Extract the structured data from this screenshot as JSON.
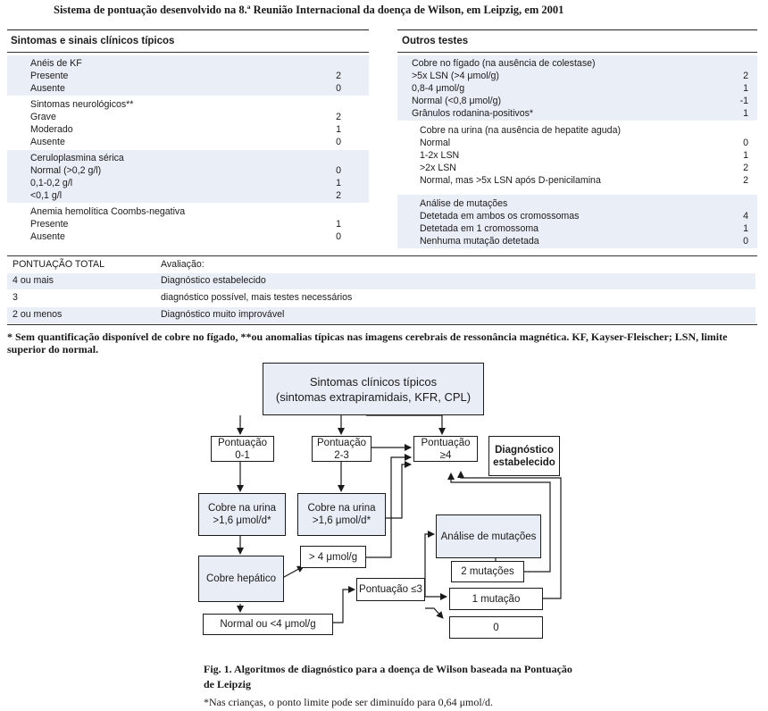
{
  "title": "Sistema de pontuação desenvolvido na 8.ª Reunião Internacional da doença de Wilson, em Leipzig, em 2001",
  "left_table": {
    "header": "Sintomas e sinais clínicos típicos",
    "groups": [
      {
        "label": "Anéis de KF",
        "rows": [
          {
            "label": "Presente",
            "value": "2"
          },
          {
            "label": "Ausente",
            "value": "0"
          }
        ]
      },
      {
        "label": "Sintomas neurológicos**",
        "rows": [
          {
            "label": "Grave",
            "value": "2"
          },
          {
            "label": "Moderado",
            "value": "1"
          },
          {
            "label": "Ausente",
            "value": "0"
          }
        ]
      },
      {
        "label": "Ceruloplasmina sérica",
        "rows": [
          {
            "label": "Normal (>0,2 g/l)",
            "value": "0"
          },
          {
            "label": "0,1-0,2 g/l",
            "value": "1"
          },
          {
            "label": "<0,1 g/l",
            "value": "2"
          }
        ]
      },
      {
        "label": "Anemia hemolítica Coombs-negativa",
        "rows": [
          {
            "label": "Presente",
            "value": "1"
          },
          {
            "label": "Ausente",
            "value": "0"
          }
        ]
      }
    ]
  },
  "right_table": {
    "header": "Outros testes",
    "groups": [
      {
        "label": "Cobre no fígado (na ausência de colestase)",
        "rows": [
          {
            "label": ">5x LSN (>4 μmol/g)",
            "value": "2"
          },
          {
            "label": "0,8-4 μmol/g",
            "value": "1"
          },
          {
            "label": "Normal (<0,8 μmol/g)",
            "value": "-1"
          },
          {
            "label": "Grânulos rodanina-positivos*",
            "value": "1"
          }
        ]
      },
      {
        "label": "Cobre na urina (na ausência de hepatite aguda)",
        "rows": [
          {
            "label": "Normal",
            "value": "0"
          },
          {
            "label": "1-2x LSN",
            "value": "1"
          },
          {
            "label": ">2x LSN",
            "value": "2"
          },
          {
            "label": "Normal, mas >5x LSN após D-penicilamina",
            "value": "2"
          }
        ]
      },
      {
        "label": "Análise de mutações",
        "rows": [
          {
            "label": "Detetada em ambos os cromossomas",
            "value": "4"
          },
          {
            "label": "Detetada em 1 cromossoma",
            "value": "1"
          },
          {
            "label": "Nenhuma mutação detetada",
            "value": "0"
          }
        ]
      }
    ]
  },
  "total": {
    "header_left": "PONTUAÇÃO TOTAL",
    "header_right": "Avaliação:",
    "rows": [
      {
        "score": "4 ou mais",
        "evaluation": "Diagnóstico estabelecido"
      },
      {
        "score": "3",
        "evaluation": "diagnóstico possível, mais testes necessários"
      },
      {
        "score": "2 ou menos",
        "evaluation": "Diagnóstico muito improvável"
      }
    ]
  },
  "footnote": "* Sem quantificação disponível de cobre no fígado, **ou anomalias típicas nas imagens cerebrais de ressonância magnética. KF, Kayser-Fleischer; LSN, limite superior do normal.",
  "flow": {
    "top_line1": "Sintomas clínicos típicos",
    "top_line2": "(sintomas extrapiramidais, KFR, CPL)",
    "score01_line1": "Pontuação",
    "score01_line2": "0-1",
    "score23_line1": "Pontuação",
    "score23_line2": "2-3",
    "score4_line1": "Pontuação",
    "score4_line2": "≥4",
    "established_line1": "Diagnóstico",
    "established_line2": "estabelecido",
    "urine1_line1": "Cobre na urina",
    "urine1_line2": ">1,6 μmol/d*",
    "urine2_line1": "Cobre na urina",
    "urine2_line2": ">1,6 μmol/d*",
    "mutation_analysis": "Análise de mutações",
    "liver_copper": "Cobre hepático",
    "gt4": "> 4 μmol/g",
    "two_mutations": "2 mutações",
    "score_le3": "Pontuação ≤3",
    "one_mutation": "1 mutação",
    "normal_lt4": "Normal ou <4 μmol/g",
    "zero": "0"
  },
  "caption": "Fig. 1. Algoritmos de diagnóstico para a doença de Wilson baseada na Pontuação de Leipzig",
  "caption_note": "*Nas crianças, o ponto limite pode ser diminuído para 0,64 μmol/d."
}
